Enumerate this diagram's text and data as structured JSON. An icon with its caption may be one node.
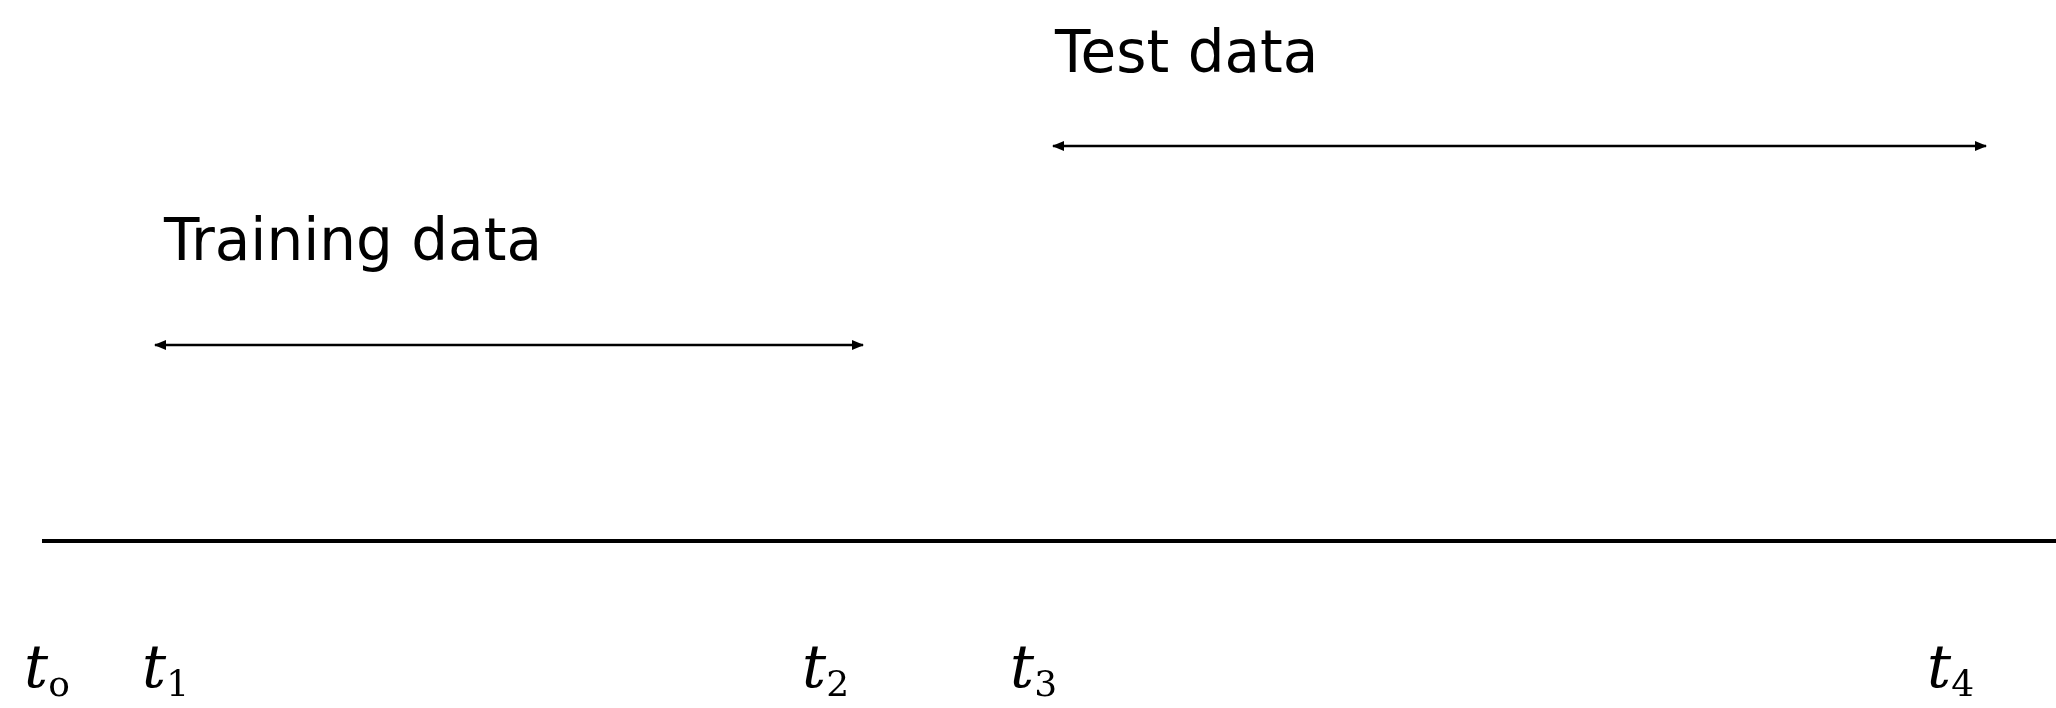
{
  "diagram": {
    "labels": [
      "Test data",
      "Training data",
      "t$_{o}$",
      "t$_{1}$",
      "t$_{2}$",
      "t$_{3}$",
      "t$_{4}$"
    ]
  }
}
